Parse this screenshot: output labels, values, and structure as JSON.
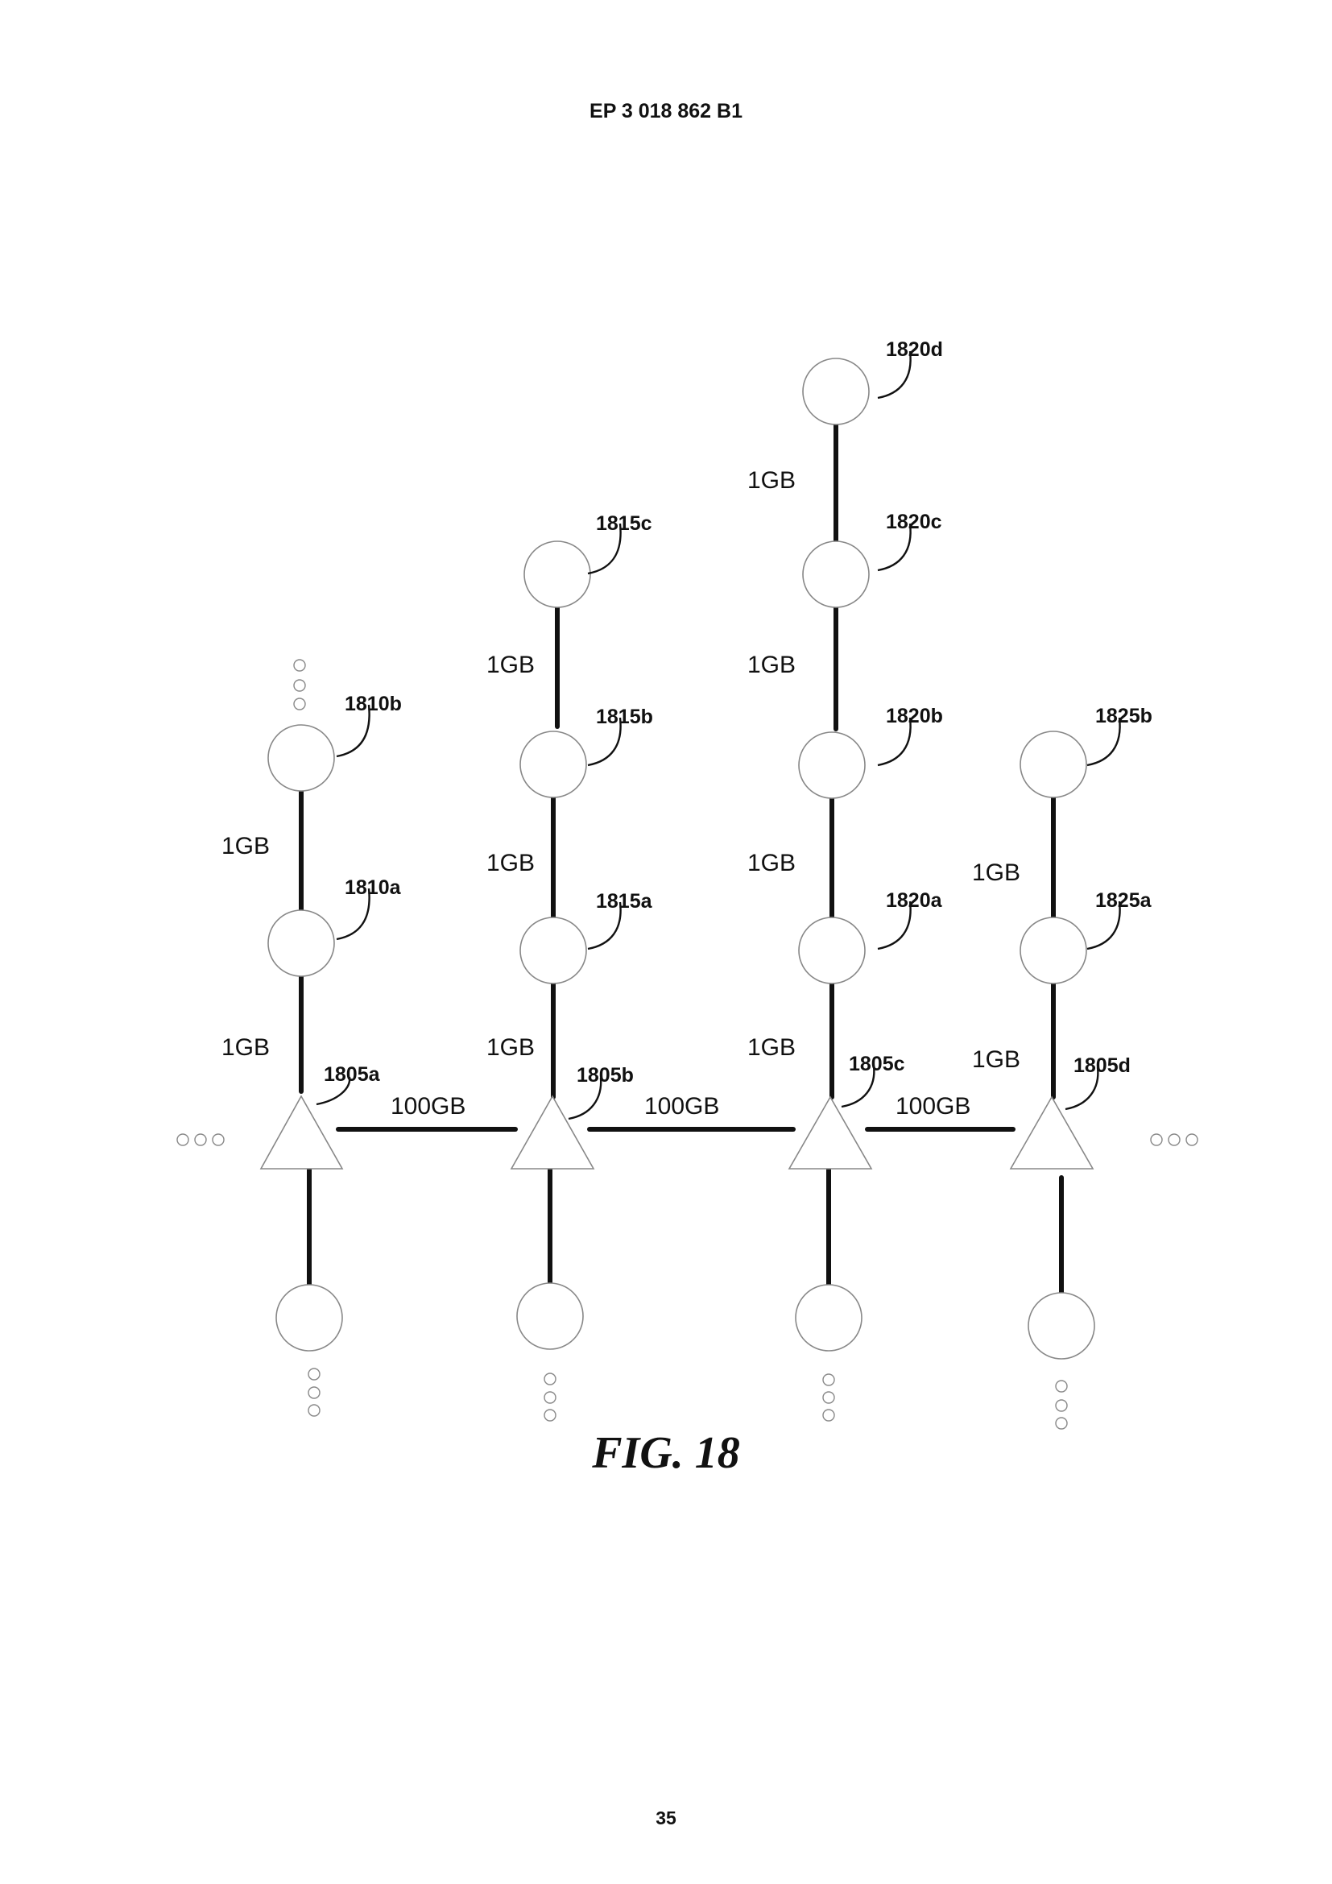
{
  "header": {
    "patent_number": "EP 3 018 862 B1"
  },
  "footer": {
    "page_number": "35"
  },
  "figure": {
    "caption": "FIG. 18",
    "reference_labels": {
      "1805a": "1805a",
      "1805b": "1805b",
      "1805c": "1805c",
      "1805d": "1805d",
      "1810a": "1810a",
      "1810b": "1810b",
      "1815a": "1815a",
      "1815b": "1815b",
      "1815c": "1815c",
      "1820a": "1820a",
      "1820b": "1820b",
      "1820c": "1820c",
      "1820d": "1820d",
      "1825a": "1825a",
      "1825b": "1825b"
    },
    "link_labels": {
      "horizontal": "100GB",
      "vertical": "1GB"
    }
  }
}
